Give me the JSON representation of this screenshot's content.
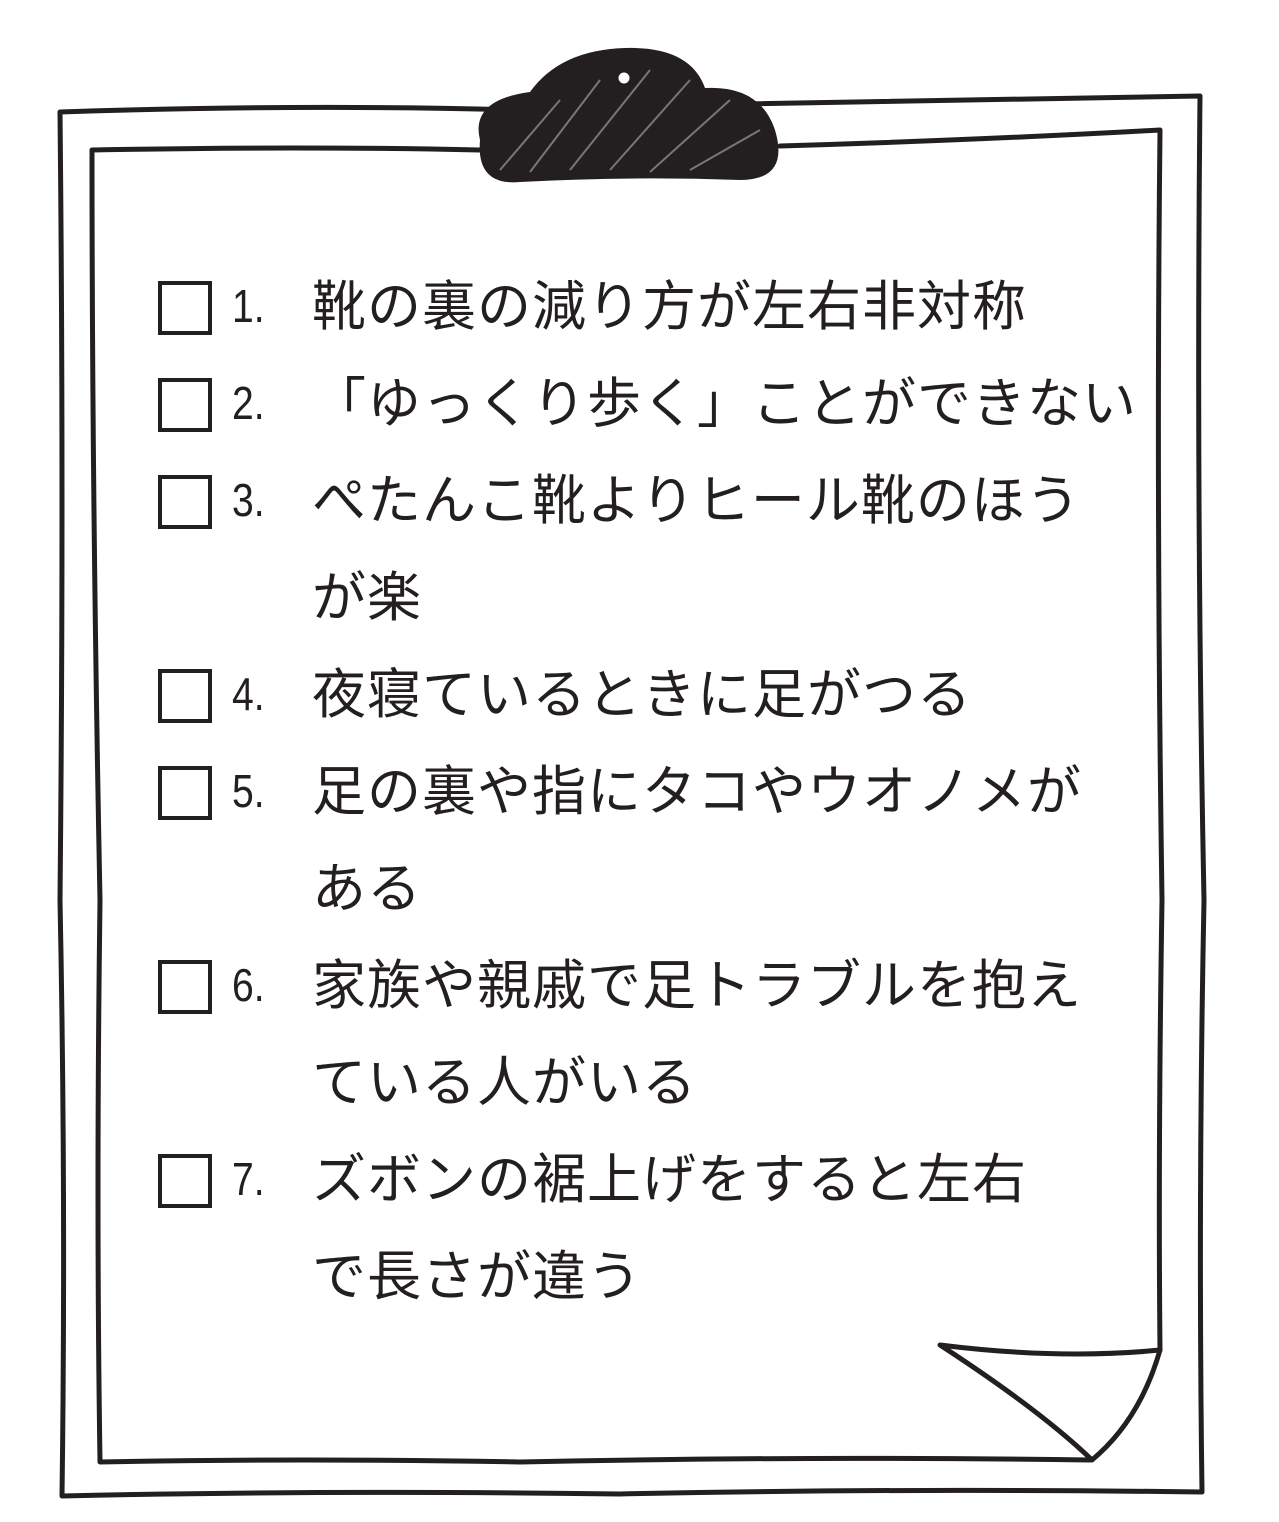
{
  "checklist": {
    "items": [
      {
        "number": "1.",
        "lines": [
          "靴の裏の減り方が左右非対称"
        ],
        "checked": false
      },
      {
        "number": "2.",
        "lines": [
          "「ゆっくり歩く」ことができない"
        ],
        "checked": false
      },
      {
        "number": "3.",
        "lines": [
          "ぺたんこ靴よりヒール靴のほう",
          "が楽"
        ],
        "checked": false
      },
      {
        "number": "4.",
        "lines": [
          "夜寝ているときに足がつる"
        ],
        "checked": false
      },
      {
        "number": "5.",
        "lines": [
          "足の裏や指にタコやウオノメが",
          "ある"
        ],
        "checked": false
      },
      {
        "number": "6.",
        "lines": [
          "家族や親戚で足トラブルを抱え",
          "ている人がいる"
        ],
        "checked": false
      },
      {
        "number": "7.",
        "lines": [
          "ズボンの裾上げをすると左右",
          "で長さが違う"
        ],
        "checked": false
      }
    ]
  }
}
